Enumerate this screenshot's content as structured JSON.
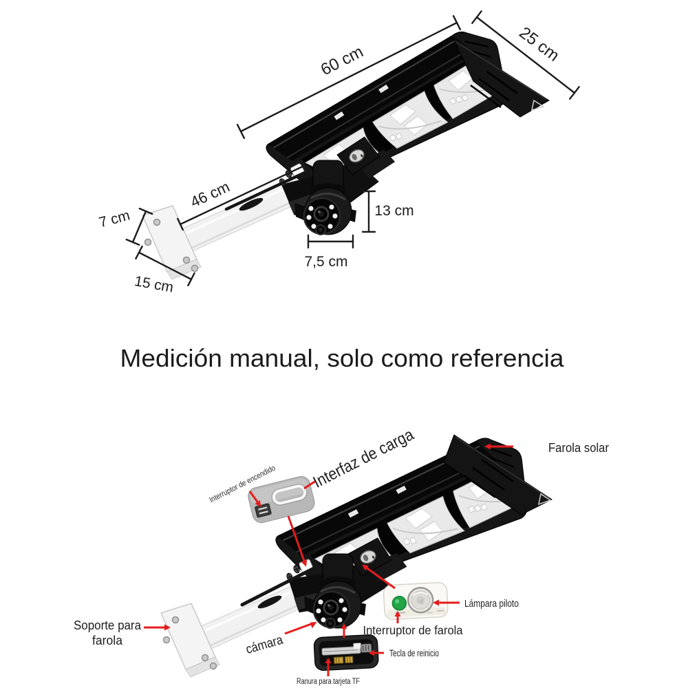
{
  "note": {
    "text": "Medición manual, solo como referencia"
  },
  "dimensions": {
    "panel_length": "60 cm",
    "panel_width": "25 cm",
    "arm_length": "46 cm",
    "base_height": "7 cm",
    "base_width": "15 cm",
    "camera_height": "13 cm",
    "camera_width": "7,5 cm"
  },
  "labels": {
    "power_switch": "Interruptor de encendido",
    "charging_interface": "Interfaz de carga",
    "solar_streetlight": "Farola solar",
    "bracket_line1": "Soporte para",
    "bracket_line2": "farola",
    "camera": "cámara",
    "streetlight_switch": "Interruptor de farola",
    "pilot_lamp": "Lámpara piloto",
    "reset_key": "Tecla de reinicio",
    "tf_card_slot": "Ranura para tarjeta TF"
  },
  "colors": {
    "annotation_red": "#e51c1c",
    "indicator_green": "#22a447",
    "background": "#ffffff"
  }
}
